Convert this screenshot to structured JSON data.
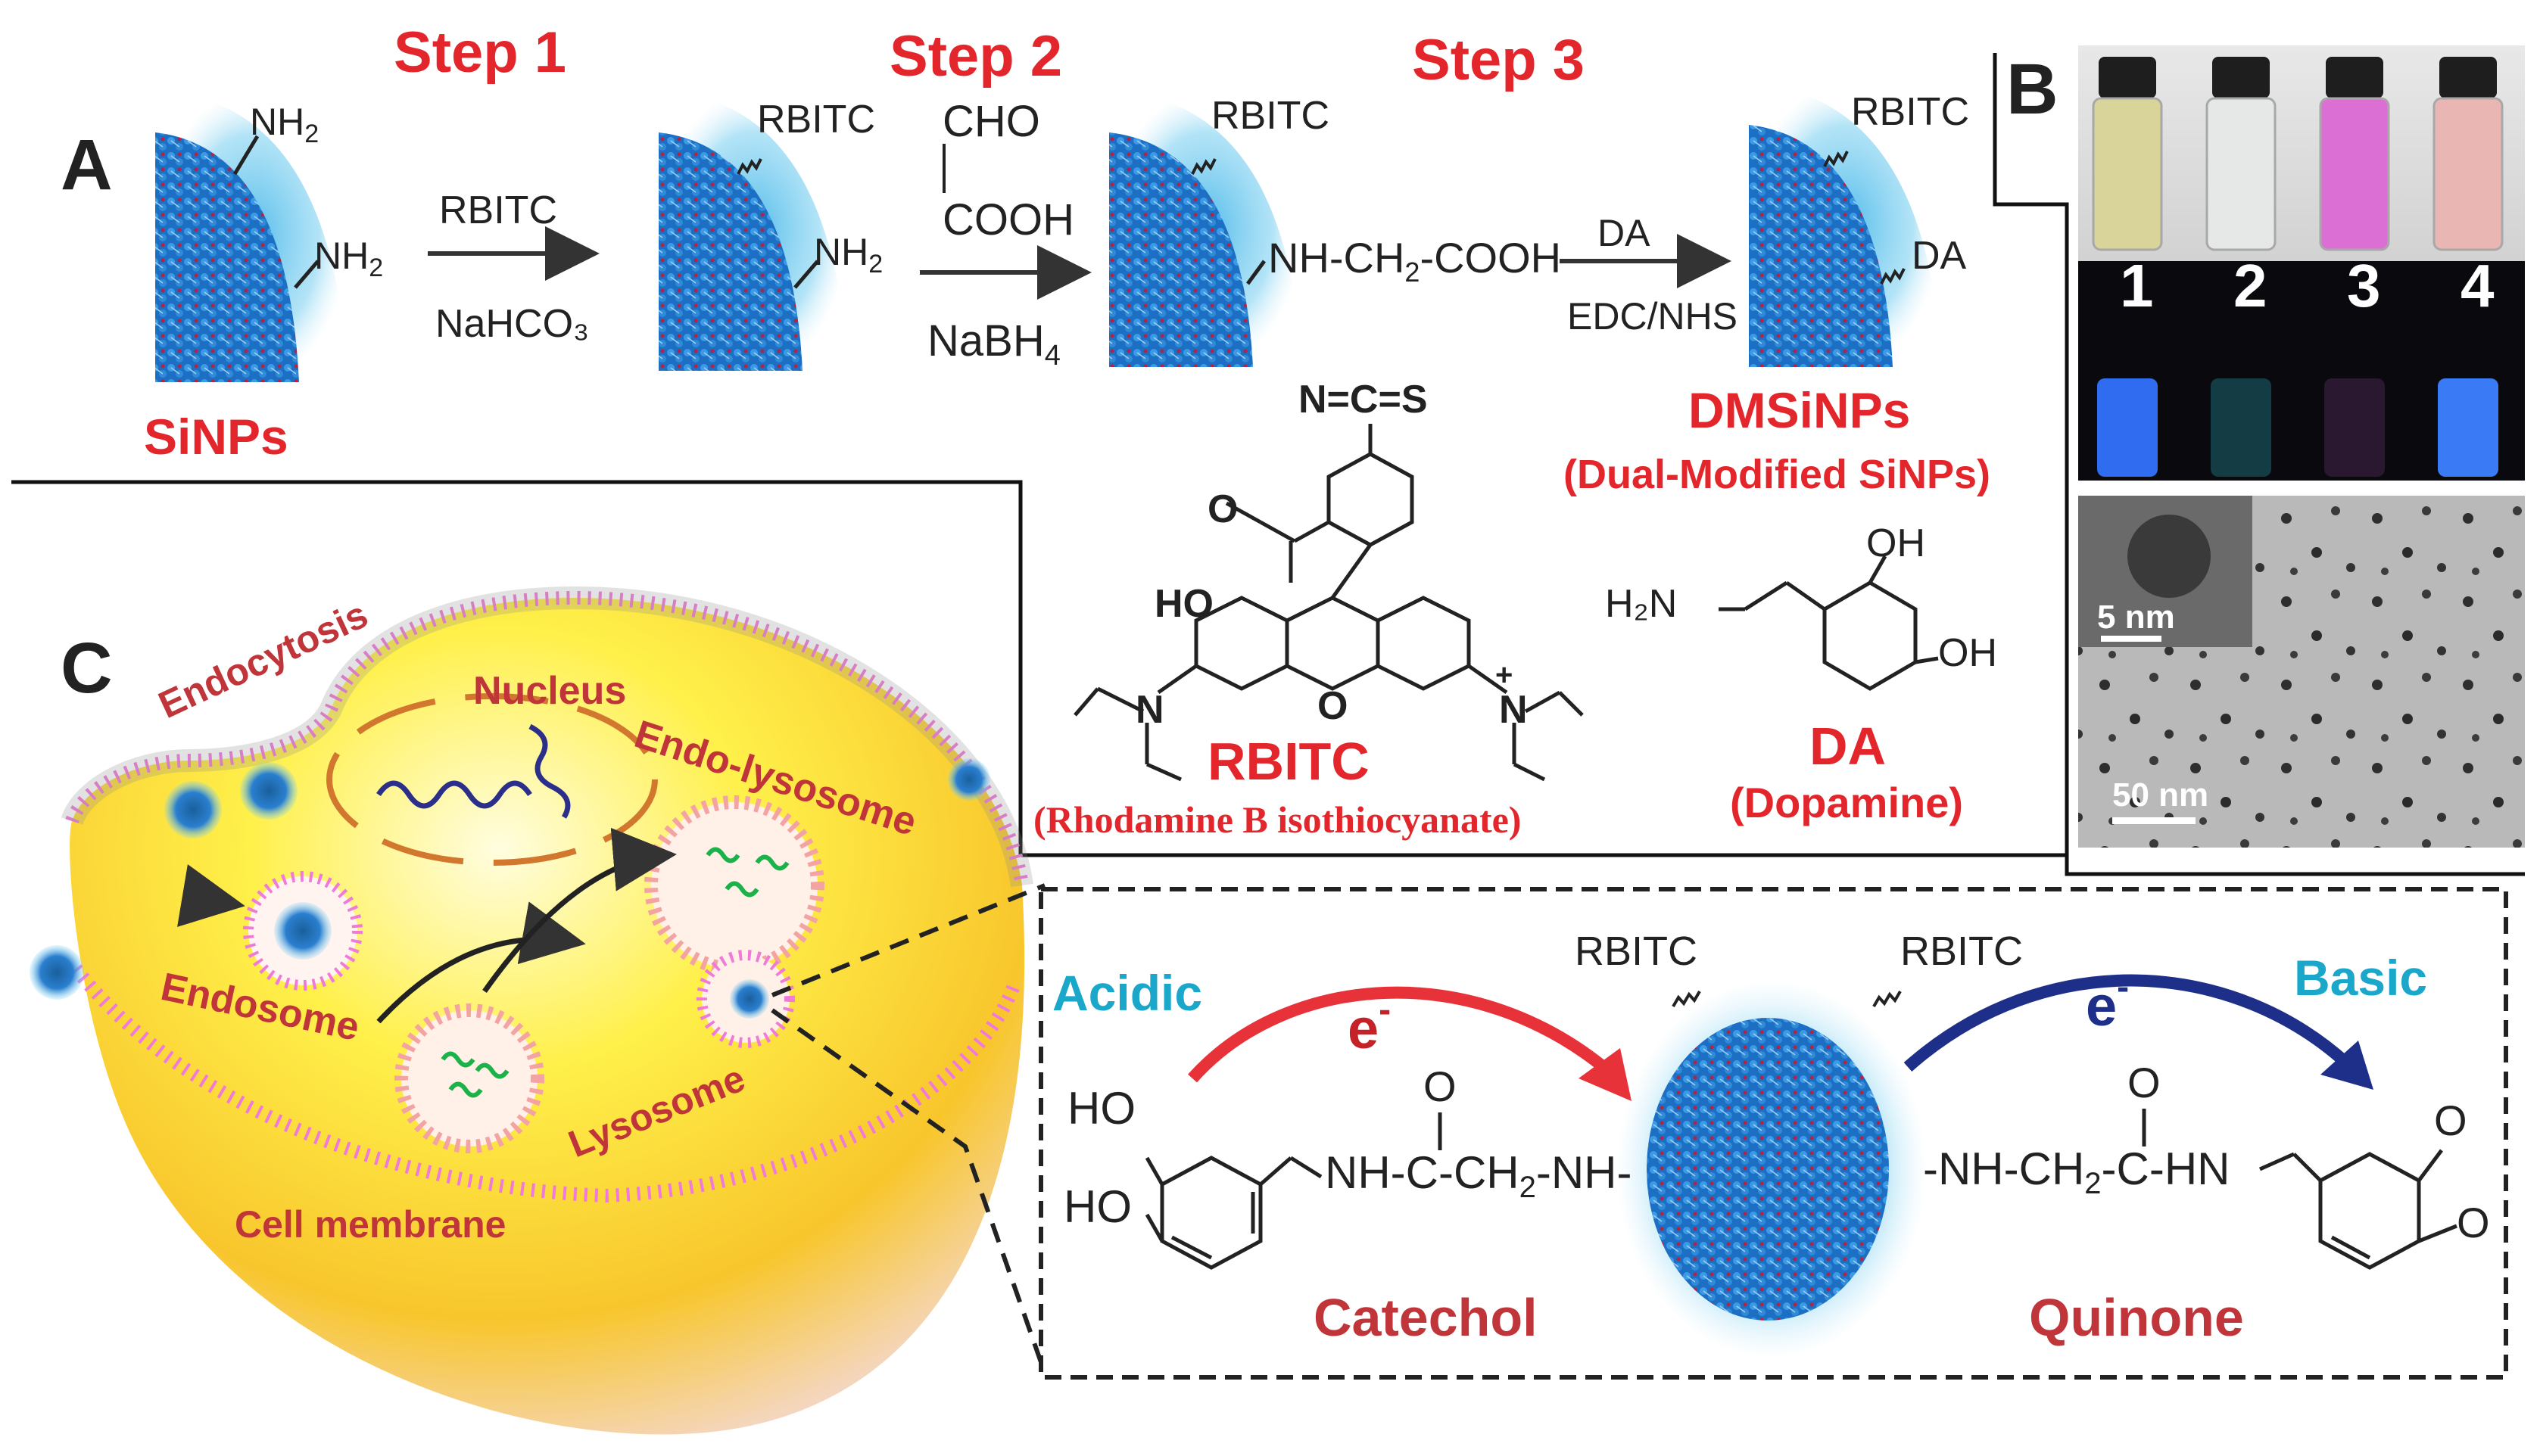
{
  "panel_a": {
    "letter": "A",
    "steps": [
      "Step 1",
      "Step 2",
      "Step 3"
    ],
    "siNPs_label": "SiNPs",
    "nh2": "NH",
    "nh2_sub": "2",
    "rbitc": "RBITC",
    "da": "DA",
    "step1_top": "RBITC",
    "step1_bottom": "NaHCO₃",
    "step2_top_1": "CHO",
    "step2_top_2": "COOH",
    "step2_bottom": "NaBH",
    "step2_bottom_sub": "4",
    "step3_linker_a": "NH-CH",
    "step3_linker_sub": "2",
    "step3_linker_b": "-COOH",
    "step4_top": "DA",
    "step4_bottom": "EDC/NHS",
    "product_label": "DMSiNPs",
    "product_sublabel": "(Dual-Modified SiNPs)",
    "rbitc_struct_name": "RBITC",
    "rbitc_struct_full": "(Rhodamine B isothiocyanate)",
    "ncs": "N=C=S",
    "o": "O",
    "ho": "HO",
    "n": "N",
    "plus": "+",
    "da_struct_name": "DA",
    "da_struct_full": "(Dopamine)",
    "oh": "OH",
    "h2n": "H₂N"
  },
  "panel_b": {
    "letter": "B",
    "vial_numbers": [
      "1",
      "2",
      "3",
      "4"
    ],
    "vial_colors": [
      "#d9d49a",
      "#e6e8e8",
      "#dc6fd4",
      "#eab6b4"
    ],
    "uv_colors": [
      "#2f6cf0",
      "#133c44",
      "#2a1730",
      "#3a7bf5"
    ],
    "scale_inset": "5 nm",
    "scale_main": "50 nm"
  },
  "panel_c": {
    "letter": "C",
    "labels": {
      "endocytosis": "Endocytosis",
      "nucleus": "Nucleus",
      "endo_lysosome": "Endo-lysosome",
      "endosome": "Endosome",
      "lysosome": "Lysosome",
      "cell_membrane": "Cell membrane"
    }
  },
  "mechanism": {
    "acidic": "Acidic",
    "basic": "Basic",
    "electron": "e",
    "electron_sup": "-",
    "rbitc": "RBITC",
    "ho": "HO",
    "left_linker_1": "NH-C-CH",
    "left_linker_sub": "2",
    "left_linker_2": "-NH-",
    "right_linker_1": "-NH-CH",
    "right_linker_sub": "2",
    "right_linker_2": "-C-HN",
    "o": "O",
    "catechol": "Catechol",
    "quinone": "Quinone"
  },
  "colors": {
    "accent_red": "#e3262b",
    "label_red": "#c0353a",
    "cyan": "#1aa7c9",
    "nanoparticle_blue": "#2a7fcf",
    "arrow_red": "#e8323a",
    "arrow_navy": "#1e2f8a"
  }
}
